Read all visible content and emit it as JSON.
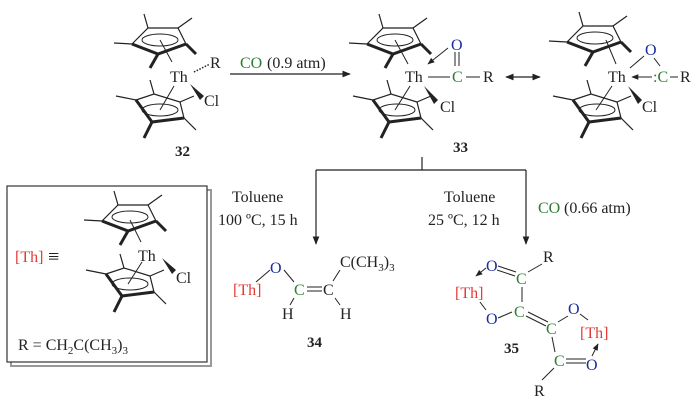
{
  "colors": {
    "carbon": "#2e7d32",
    "oxygen": "#1a2f9c",
    "thorium": "#e53935",
    "black": "#222222"
  },
  "compounds": {
    "c32": {
      "label": "32",
      "th": "Th",
      "r": "R",
      "cl": "Cl"
    },
    "c33": {
      "label": "33",
      "th": "Th",
      "o": "O",
      "c": "C",
      "r": "R",
      "cl": "Cl"
    },
    "c33b": {
      "th": "Th",
      "o": "O",
      "c": ":C",
      "r": "R",
      "cl": "Cl"
    },
    "c34": {
      "label": "34",
      "th": "[Th]",
      "o": "O",
      "c1": "C",
      "c2": "C",
      "h1": "H",
      "h2": "H",
      "tbu": "C(CH",
      "tbu3": "3",
      "tbu_close": ")",
      "tbu_sub": "3"
    },
    "c35": {
      "label": "35",
      "th": "[Th]",
      "o": "O",
      "c": "C",
      "r": "R"
    }
  },
  "arrows": {
    "step1": {
      "reagent_co": "CO",
      "reagent_rest": " (0.9 atm)"
    },
    "left": {
      "line1": "Toluene",
      "line2": "100 ºC, 15 h"
    },
    "right": {
      "line1": "Toluene",
      "line2": "25 ºC, 12 h",
      "reagent_co": "CO",
      "reagent_rest": " (0.66 atm)"
    }
  },
  "legend": {
    "th_label": "[Th]",
    "equiv": "≡",
    "th": "Th",
    "cl": "Cl",
    "r_def": "R = CH",
    "r_sub2": "2",
    "r_mid": "C(CH",
    "r_sub3": "3",
    "r_end": ")",
    "r_sub3b": "3"
  }
}
